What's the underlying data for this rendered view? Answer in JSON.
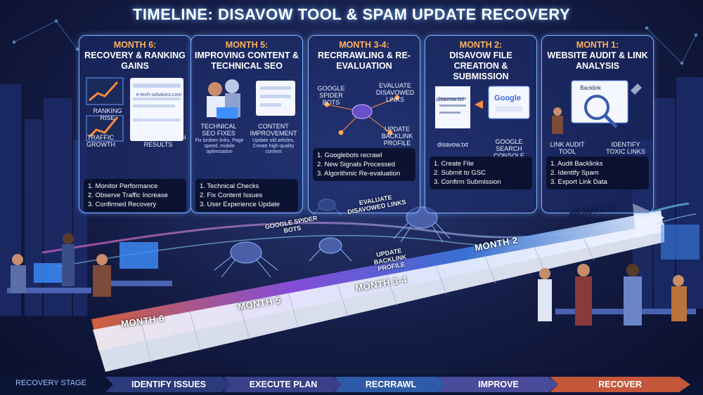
{
  "title": "TIMELINE: DISAVOW TOOL & SPAM UPDATE RECOVERY",
  "panels": [
    {
      "month": "MONTH 6:",
      "heading": "RECOVERY & RANKING GAINS",
      "captions": [
        "RANKING RISE",
        "TRAFFIC GROWTH",
        "GOOGLE SEARCH RESULTS"
      ],
      "result_text": "e-tech-solutions.com",
      "steps": [
        "1. Monitor Performance",
        "2. Observe Traffic Increase",
        "3. Confirmed Recovery"
      ]
    },
    {
      "month": "MONTH 5:",
      "heading": "IMPROVING CONTENT & TECHNICAL SEO",
      "captions": [
        "TECHNICAL SEO FIXES",
        "CONTENT IMPROVEMENT"
      ],
      "subcaptions": [
        "Fix broken links, Page speed, mobile optimization",
        "Update old articles, Create high-quality content"
      ],
      "steps": [
        "1. Technical Checks",
        "2. Fix Content Issues",
        "3. User Experience Update"
      ]
    },
    {
      "month": "MONTH 3-4:",
      "heading": "RECRRAWLING & RE-EVALUATION",
      "captions": [
        "GOOGLE SPIDER BOTS",
        "EVALUATE DISAVOWED LINKS",
        "UPDATE BACKLINK PROFILE"
      ],
      "steps": [
        "1. Googlebots recrawl",
        "2. New Signals Processed",
        "3. Algorithmic Re-evaluation"
      ]
    },
    {
      "month": "MONTH 2:",
      "heading": "DISAVOW FILE CREATION & SUBMISSION",
      "captions": [
        "disavow.txt",
        "GOOGLE SEARCH CONSOLE"
      ],
      "file_label": "disavow.txt",
      "google_label": "Google",
      "steps": [
        "1. Create File",
        "2. Submit to GSC",
        "3. Confirm Submission"
      ]
    },
    {
      "month": "MONTH 1:",
      "heading": "WEBSITE AUDIT & LINK ANALYSIS",
      "captions": [
        "LINK AUDIT TOOL",
        "IDENTIFY TOXIC LINKS"
      ],
      "tool_label": "Backlink",
      "steps": [
        "1. Audit Backlinks",
        "2. Identify Spam",
        "3. Export Link Data"
      ]
    }
  ],
  "floating_labels": {
    "spider_bots": "GOOGLE SPIDER BOTS",
    "evaluate": "EVALUATE DISAVOWED LINKS",
    "update": "UPDATE BACKLINK PROFILE"
  },
  "timeline_bands": [
    "MONTH 6",
    "MONTH 5",
    "MONTH 3-4",
    "MONTH 2",
    "MONTH 1:"
  ],
  "bottom": {
    "stage_label": "RECOVERY STAGE",
    "stages": [
      "IDENTIFY ISSUES",
      "EXECUTE PLAN",
      "RECRRAWL",
      "IMPROVE",
      "RECOVER"
    ]
  },
  "colors": {
    "accent_orange": "#ff8a3d",
    "accent_purple": "#9b5cf0",
    "accent_blue": "#3d7bff",
    "panel_border": "#7fb4ff"
  }
}
